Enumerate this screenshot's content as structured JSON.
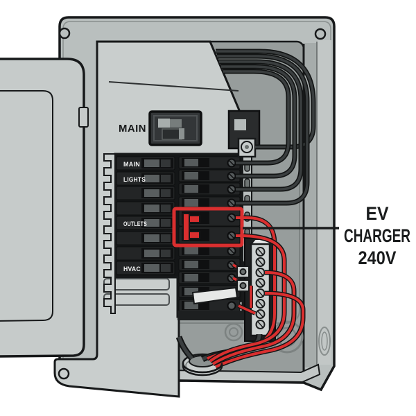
{
  "figure": {
    "type": "technical-illustration",
    "subject": "residential electrical service panel with door open and a 240V double-pole breaker highlighted for an EV charger circuit",
    "panel": {
      "main_breaker_label": "MAIN",
      "circuit_labels": [
        "MAIN",
        "LIGHTS",
        "OUTLETS",
        "HVAC"
      ],
      "empty_label_slots": 2,
      "highlighted_breaker": "double-pole 240V breaker outlined in red with red handle tie"
    },
    "callout": {
      "lines": [
        "EV",
        "CHARGER",
        "240V"
      ]
    },
    "colors": {
      "highlight_red": "#da2f2f",
      "box_gray": "#b9bfbe",
      "cover_gray": "#c9cecd",
      "door_gray": "#c6cbca",
      "interior_gray": "#979d9c",
      "breaker_black": "#232526",
      "wire_black": "#3a3e3f",
      "terminal_silver": "#ced3d2",
      "text_dark": "#1a1c1d",
      "label_white": "#f2f3f3",
      "background": "#ffffff"
    }
  }
}
